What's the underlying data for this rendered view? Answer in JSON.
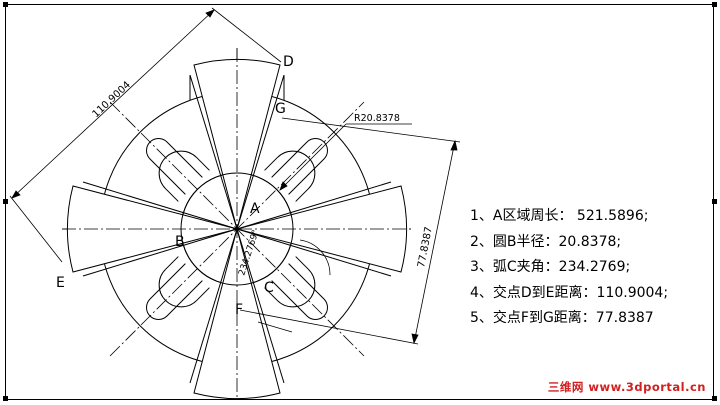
{
  "labels": {
    "A": "A",
    "B": "B",
    "C": "C",
    "D": "D",
    "E": "E",
    "F": "F",
    "G": "G"
  },
  "dimensions": {
    "de_distance": "110.9004",
    "fg_distance": "77.8387",
    "radius": "R20.8378",
    "angle": "234.2769°"
  },
  "answers": [
    "1、A区域周长： 521.5896;",
    "2、圆B半径：20.8378;",
    "3、弧C夹角：234.2769;",
    "4、交点D到E距离：110.9004;",
    "5、交点F到G距离：77.8387"
  ],
  "watermark": {
    "chinese": "三维网",
    "url": "www.3dportal.cn"
  }
}
